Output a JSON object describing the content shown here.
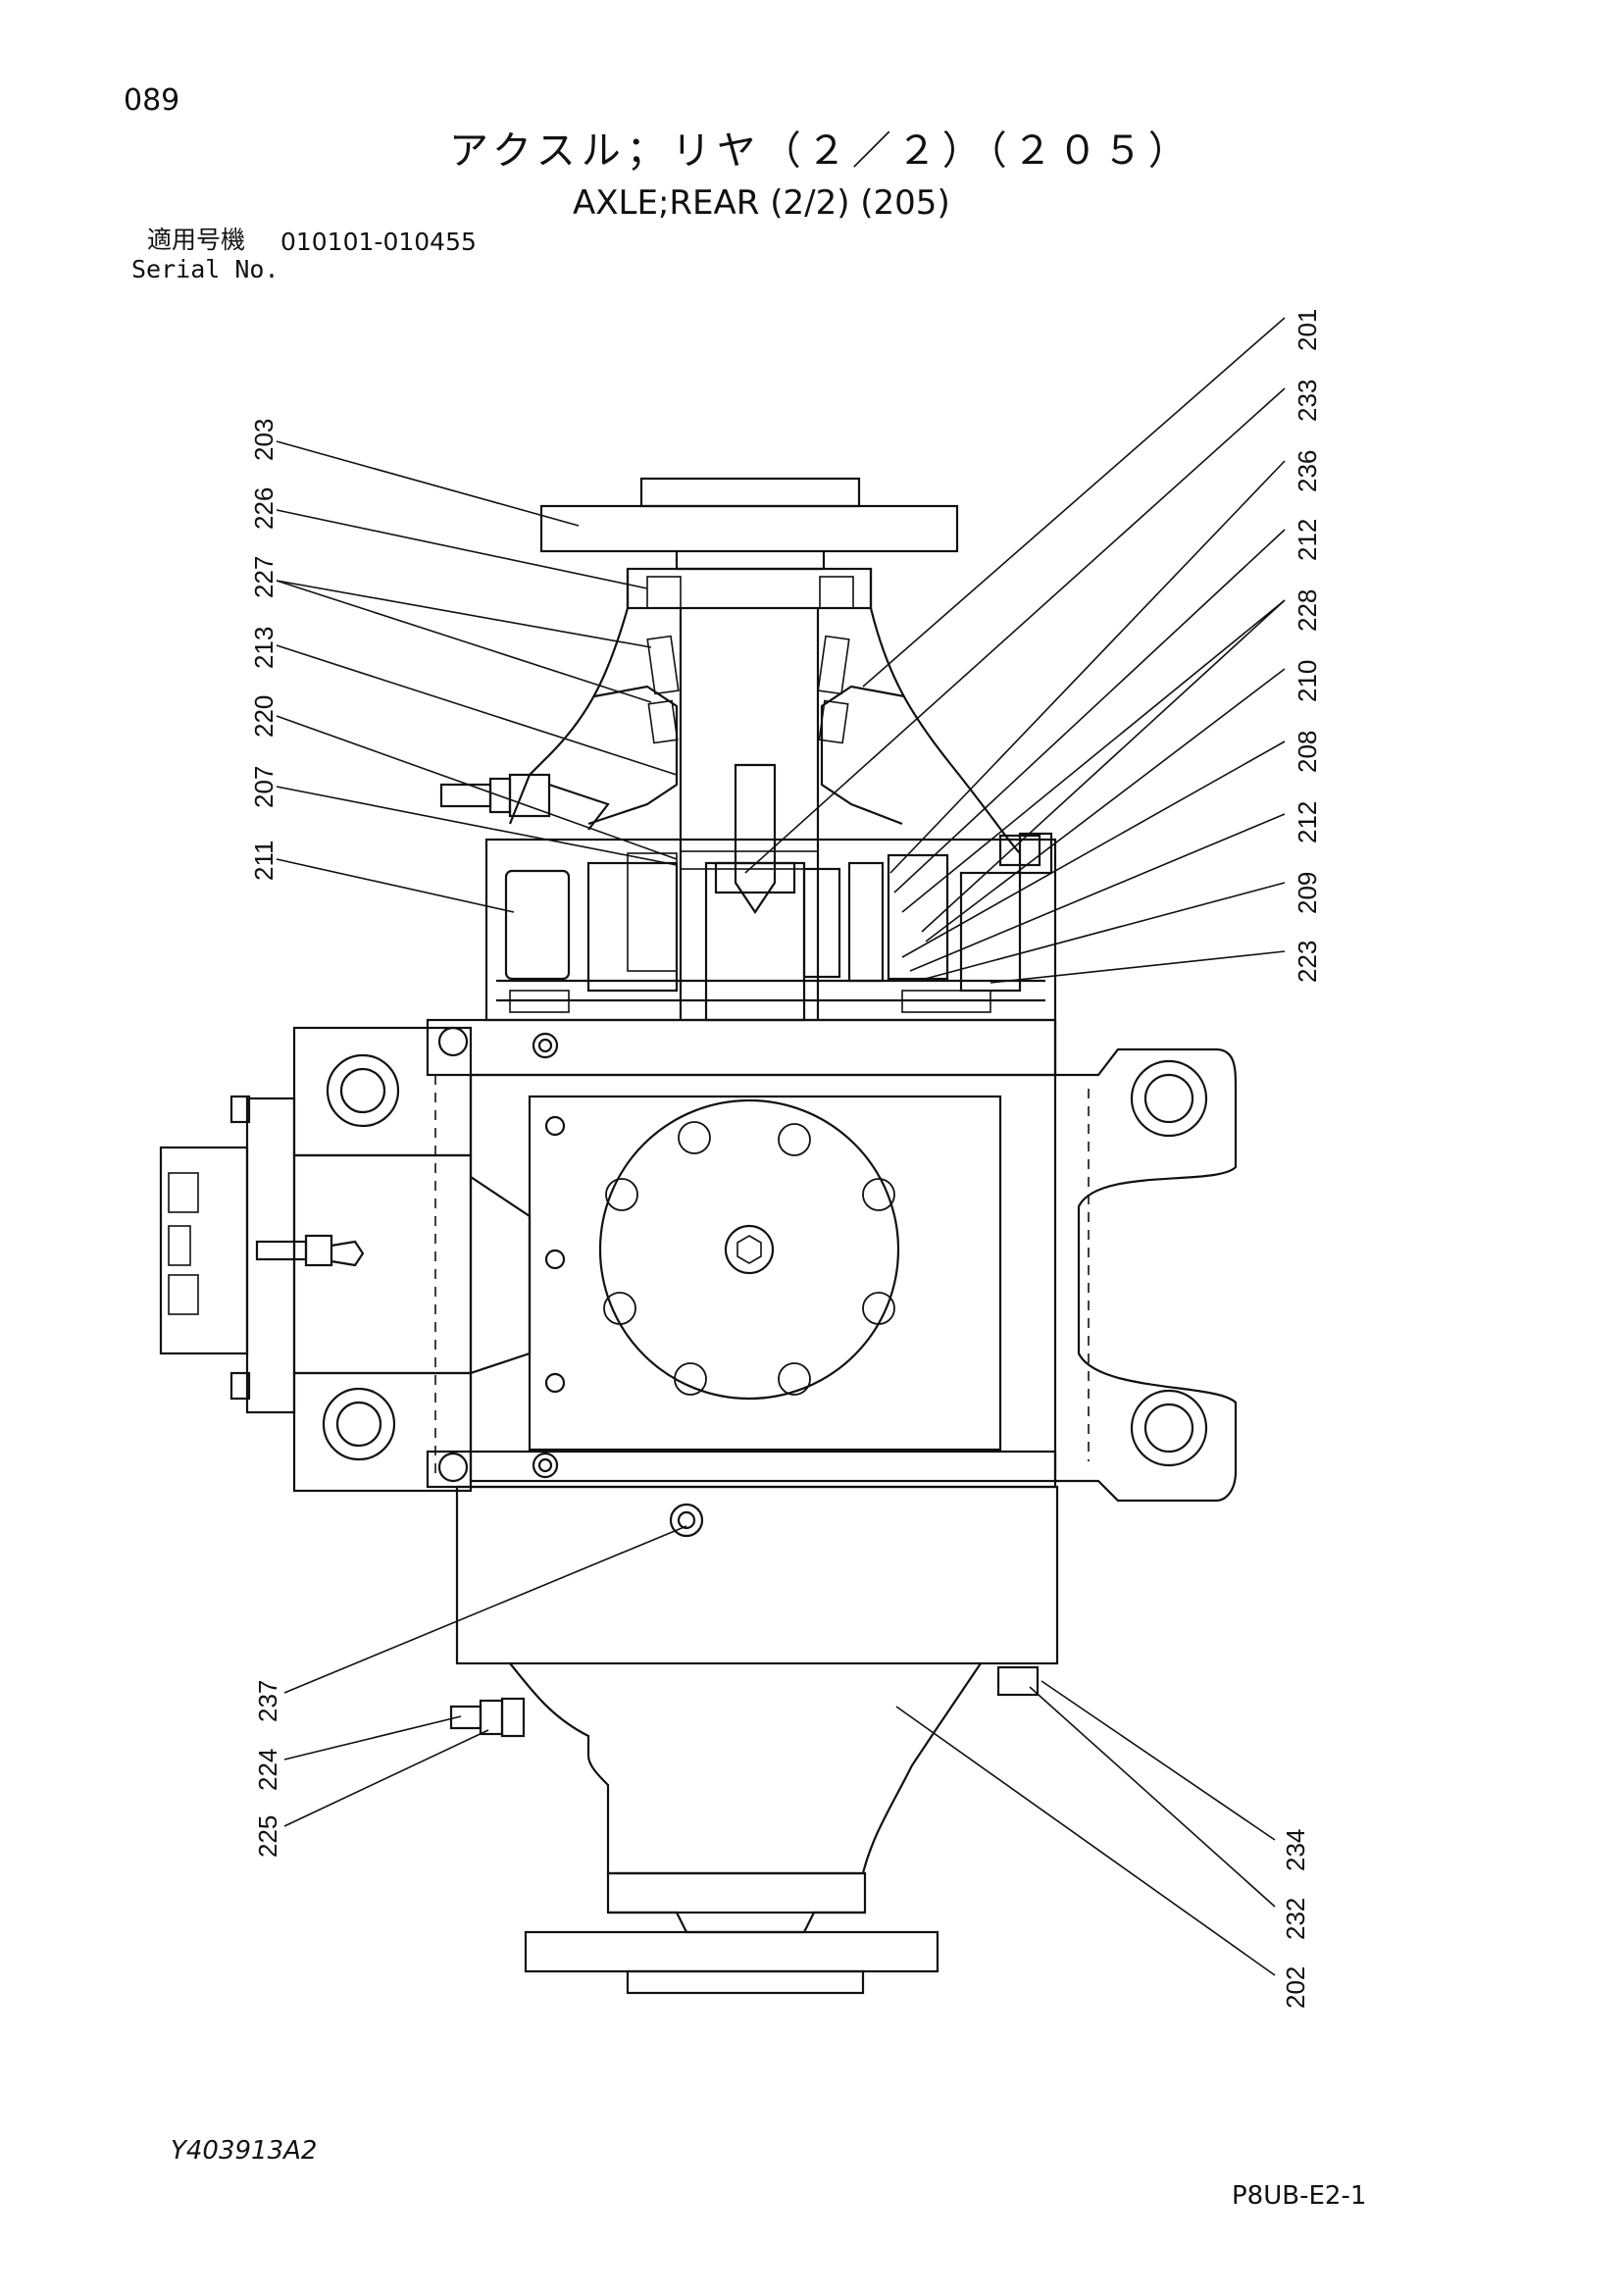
{
  "page": {
    "number": "089",
    "title_jp": "アクスル；リヤ（２／２）（２０５）",
    "title_en": "AXLE;REAR (2/2) (205)",
    "serial_label_jp": "適用号機",
    "serial_label_en": "Serial No.",
    "serial_range": "010101-010455",
    "document_code": "Y403913A2",
    "page_code": "P8UB-E2-1"
  },
  "callouts": {
    "left_top": [
      "203",
      "226",
      "227",
      "213",
      "220",
      "207",
      "211"
    ],
    "right_top": [
      "201",
      "233",
      "236",
      "212",
      "228",
      "210",
      "208",
      "212",
      "209",
      "223"
    ],
    "left_bottom": [
      "237",
      "224",
      "225"
    ],
    "right_bottom": [
      "234",
      "232",
      "202"
    ]
  }
}
